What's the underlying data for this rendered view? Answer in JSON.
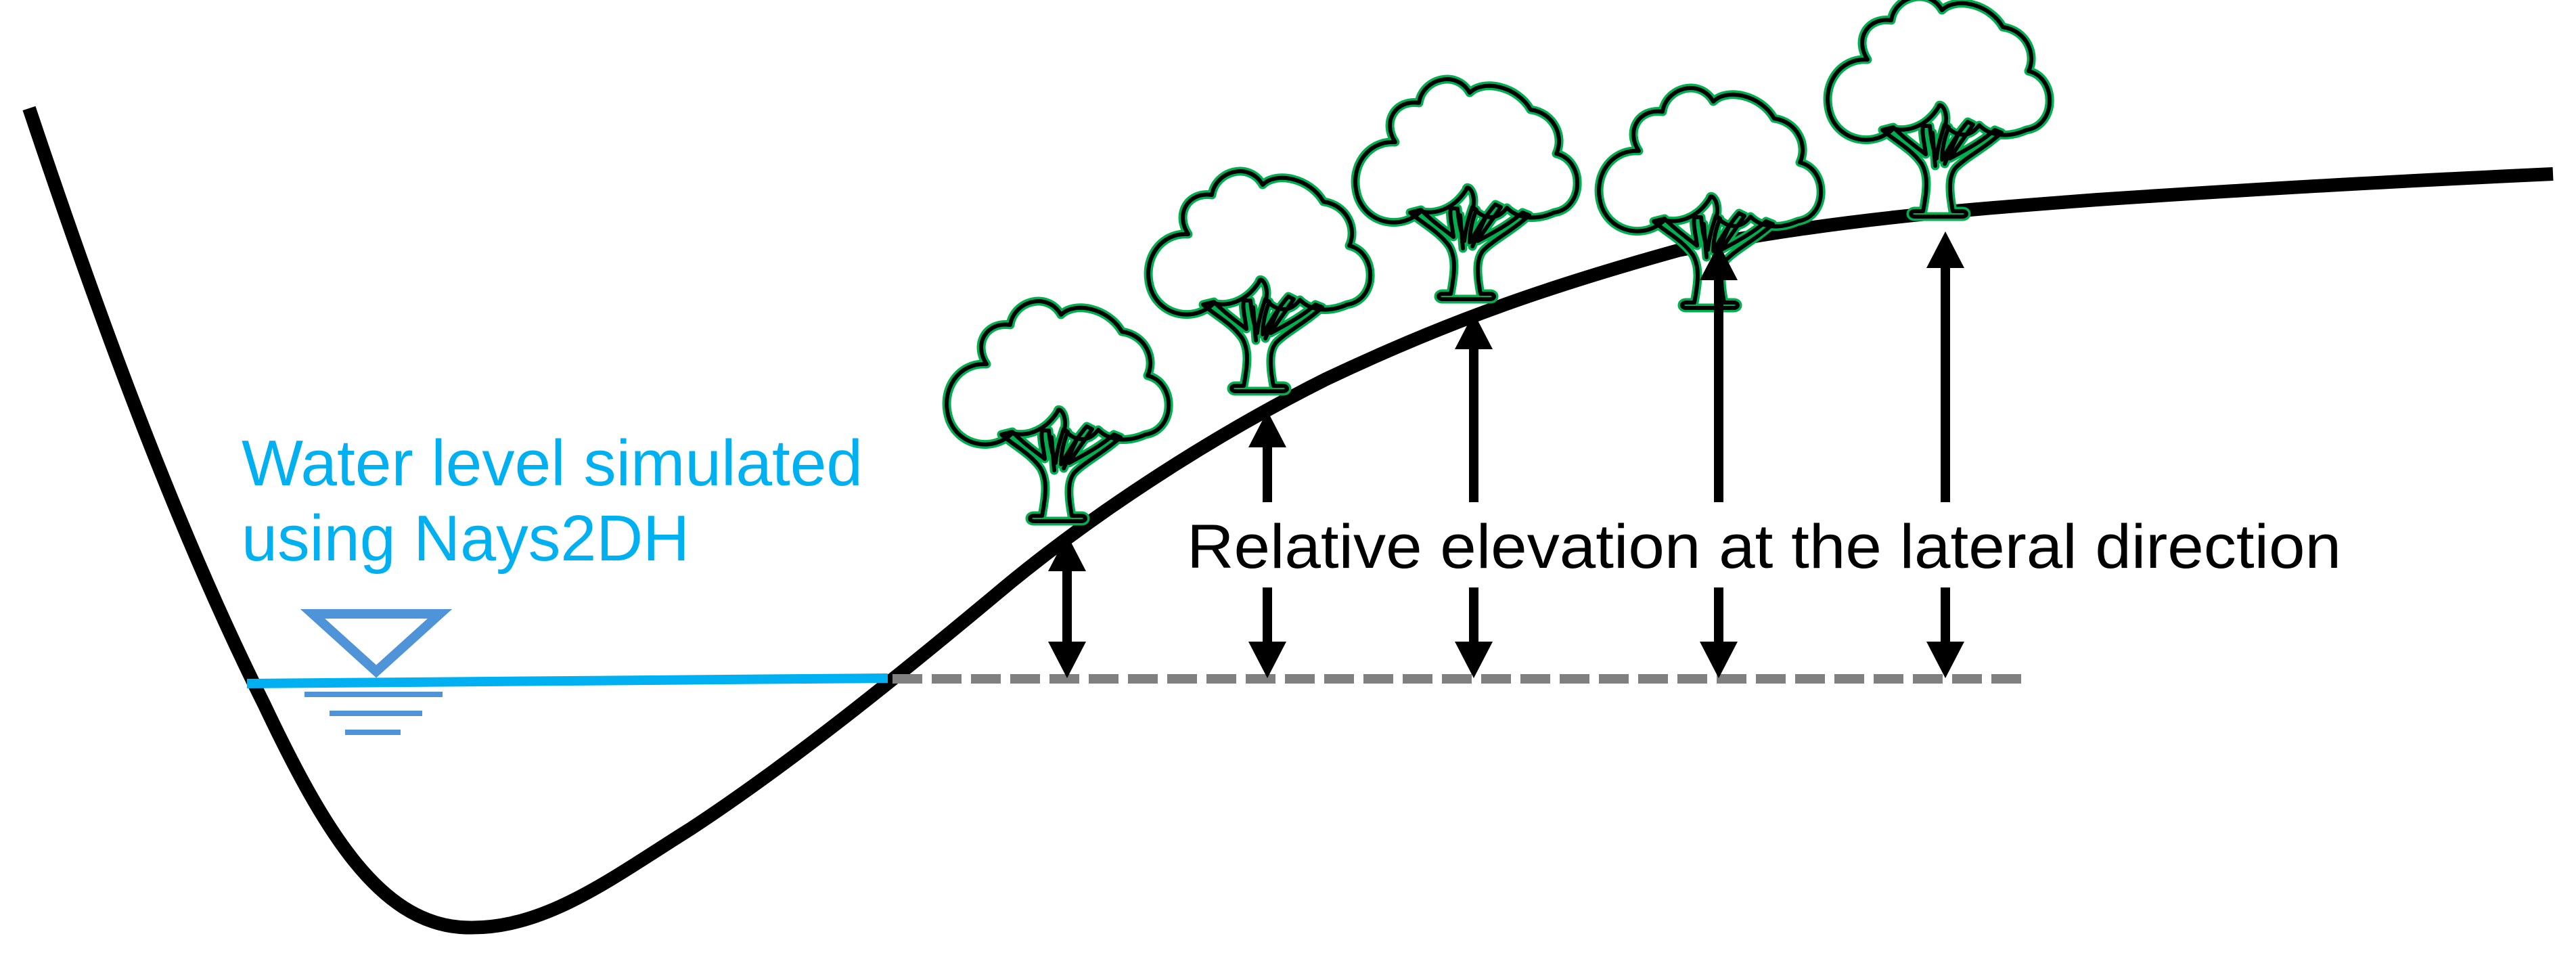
{
  "diagram": {
    "title": "Cross-section of river channel with riparian vegetation and relative elevation",
    "water_label_lines": [
      "Water level simulated",
      "using Nays2DH"
    ],
    "elevation_label": "Relative elevation at the lateral direction",
    "trees": [
      {
        "name": "tree-1"
      },
      {
        "name": "tree-2"
      },
      {
        "name": "tree-3"
      },
      {
        "name": "tree-4"
      },
      {
        "name": "tree-5"
      }
    ],
    "arrows": [
      {
        "name": "elevation-arrow-1"
      },
      {
        "name": "elevation-arrow-2"
      },
      {
        "name": "elevation-arrow-3"
      },
      {
        "name": "elevation-arrow-4"
      },
      {
        "name": "elevation-arrow-5"
      }
    ],
    "icons": {
      "water_level_symbol": "inverted-triangle-water-level-icon",
      "tree": "tree-icon"
    },
    "colors": {
      "ground_profile": "#000000",
      "water_line": "#00B0F0",
      "water_symbol": "#4F94D8",
      "reference_line": "#808080",
      "tree_outline": "#000000",
      "tree_glow": "#00B050",
      "water_text": "#00B0F0",
      "elevation_text": "#000000"
    }
  }
}
